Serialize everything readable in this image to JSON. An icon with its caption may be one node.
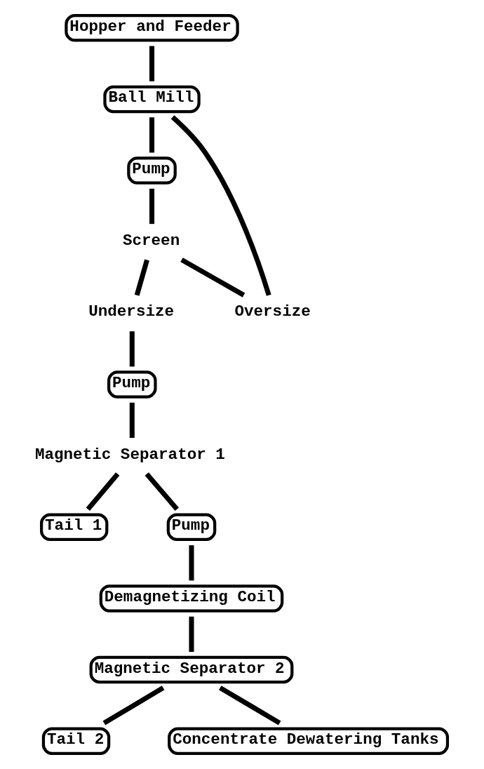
{
  "diagram": {
    "nodes": [
      {
        "text": [
          "Hopper and Feeder"
        ]
      },
      {
        "text": [
          "Ball Mill"
        ]
      },
      {
        "text": [
          "Pump"
        ]
      },
      {
        "text": [
          "Screen"
        ]
      },
      {
        "text": [
          "Undersize"
        ]
      },
      {
        "text": [
          "Oversize"
        ]
      },
      {
        "text": [
          "Pump"
        ]
      },
      {
        "text": [
          "Magnetic Separator 1"
        ]
      },
      {
        "text": [
          "Tail 1"
        ]
      },
      {
        "text": [
          "Pump"
        ]
      },
      {
        "text": [
          "Demagnetizing Coil"
        ]
      },
      {
        "text": [
          "Magnetic Separator 2"
        ]
      },
      {
        "text": [
          "Tail 2"
        ]
      },
      {
        "text": [
          "Concentrate Dewatering Tanks"
        ]
      }
    ],
    "edges": [
      {
        "from": 0,
        "to": 1,
        "arrow": "none"
      },
      {
        "from": 5,
        "to": 1,
        "arrow": "none"
      },
      {
        "from": 1,
        "to": 2,
        "arrow": "none"
      },
      {
        "from": 2,
        "to": 3,
        "arrow": "none"
      },
      {
        "from": 3,
        "to": 4,
        "arrow": "none"
      },
      {
        "from": 3,
        "to": 5,
        "arrow": "none"
      },
      {
        "from": 4,
        "to": 6,
        "arrow": "none"
      },
      {
        "from": 6,
        "to": 7,
        "arrow": "none"
      },
      {
        "from": 7,
        "to": 8,
        "arrow": "none"
      },
      {
        "from": 7,
        "to": 9,
        "arrow": "none"
      },
      {
        "from": 9,
        "to": 10,
        "arrow": "none"
      },
      {
        "from": 10,
        "to": 11,
        "arrow": "none"
      },
      {
        "from": 11,
        "to": 12,
        "arrow": "none"
      },
      {
        "from": 11,
        "to": 13,
        "arrow": "none"
      }
    ]
  }
}
